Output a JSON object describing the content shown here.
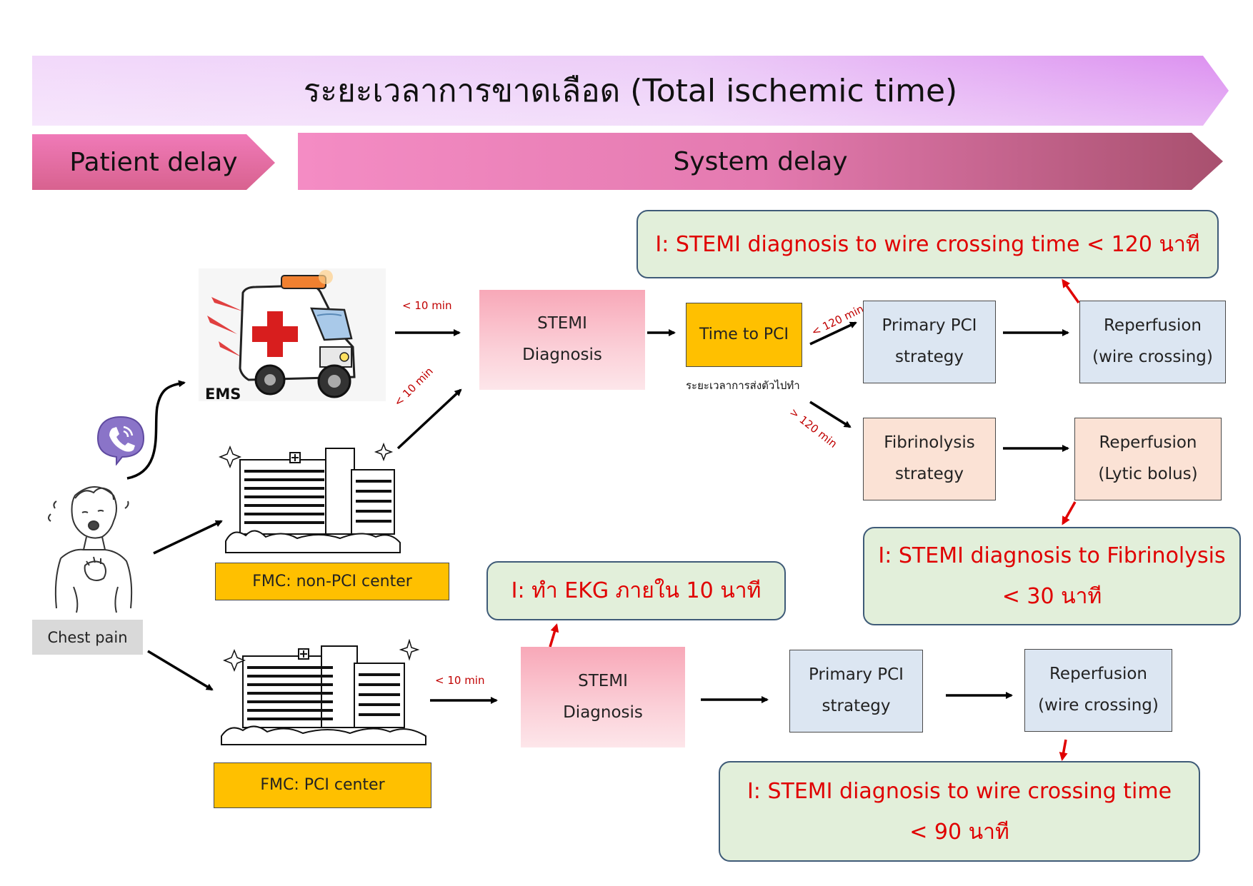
{
  "banner": {
    "title": "ระยะเวลาการขาดเลือด (Total ischemic time)",
    "patient_delay": "Patient delay",
    "system_delay": "System delay"
  },
  "left": {
    "ems_label": "EMS",
    "chest_pain_label": "Chest pain",
    "fmc_non_pci": "FMC: non-PCI center",
    "fmc_pci": "FMC: PCI center"
  },
  "time_labels": {
    "ems_to_dx": "< 10 min",
    "nonpci_to_dx": "< 10 min",
    "pci_to_dx": "< 10 min",
    "lt_120": "< 120 min",
    "gt_120": "> 120 min"
  },
  "top_flow": {
    "stemi_line1": "STEMI",
    "stemi_line2": "Diagnosis",
    "time_to_pci": "Time to PCI",
    "transfer_caption": "ระยะเวลาการส่งตัวไปทำ",
    "primary_line1": "Primary PCI",
    "primary_line2": "strategy",
    "reperf_line1": "Reperfusion",
    "reperf_line2": "(wire crossing)",
    "fibrin_line1": "Fibrinolysis",
    "fibrin_line2": "strategy",
    "lytic_line1": "Reperfusion",
    "lytic_line2": "(Lytic bolus)"
  },
  "bottom_flow": {
    "stemi_line1": "STEMI",
    "stemi_line2": "Diagnosis",
    "primary_line1": "Primary PCI",
    "primary_line2": "strategy",
    "reperf_line1": "Reperfusion",
    "reperf_line2": "(wire crossing)"
  },
  "callouts": {
    "wire_120": "I: STEMI diagnosis to wire crossing time < 120 นาที",
    "fibrin_line1": "I: STEMI diagnosis to Fibrinolysis",
    "fibrin_line2": "< 30 นาที",
    "ekg": "I: ทำ EKG ภายใน 10 นาที",
    "wire_90_line1": "I: STEMI diagnosis to wire crossing time",
    "wire_90_line2": "< 90 นาที"
  },
  "icons": {
    "ambulance": "ambulance-icon",
    "phone": "phone-call-icon",
    "hospital": "hospital-building-icon",
    "patient": "patient-chest-pain-icon"
  },
  "colors": {
    "banner_purple": "#e8b0f5",
    "banner_pink": "#d8588e",
    "callout_red": "#e00000",
    "callout_green": "#e2efda",
    "fmc_yellow": "#ffc000",
    "box_blue": "#dce6f2",
    "box_peach": "#fbe2d5"
  }
}
